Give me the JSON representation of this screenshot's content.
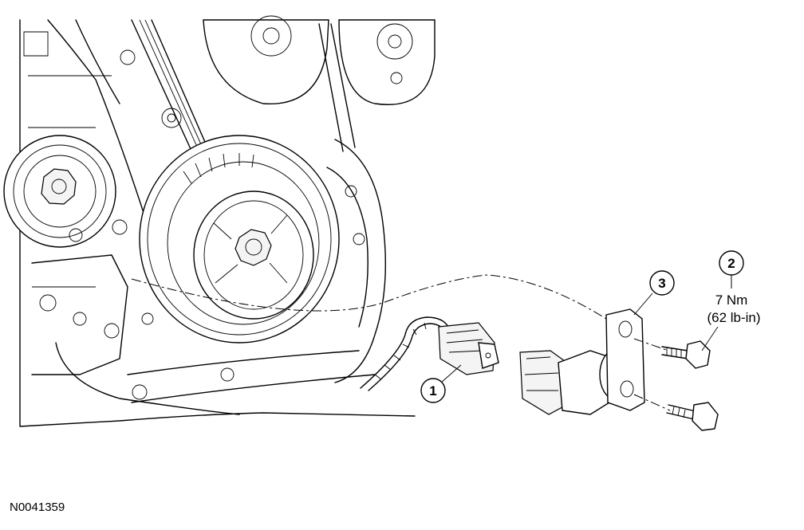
{
  "figure": {
    "id_label": "N0041359"
  },
  "callouts": [
    {
      "number": "1"
    },
    {
      "number": "2",
      "torque_metric": "7 Nm",
      "torque_imperial": "(62 lb-in)"
    },
    {
      "number": "3"
    }
  ]
}
